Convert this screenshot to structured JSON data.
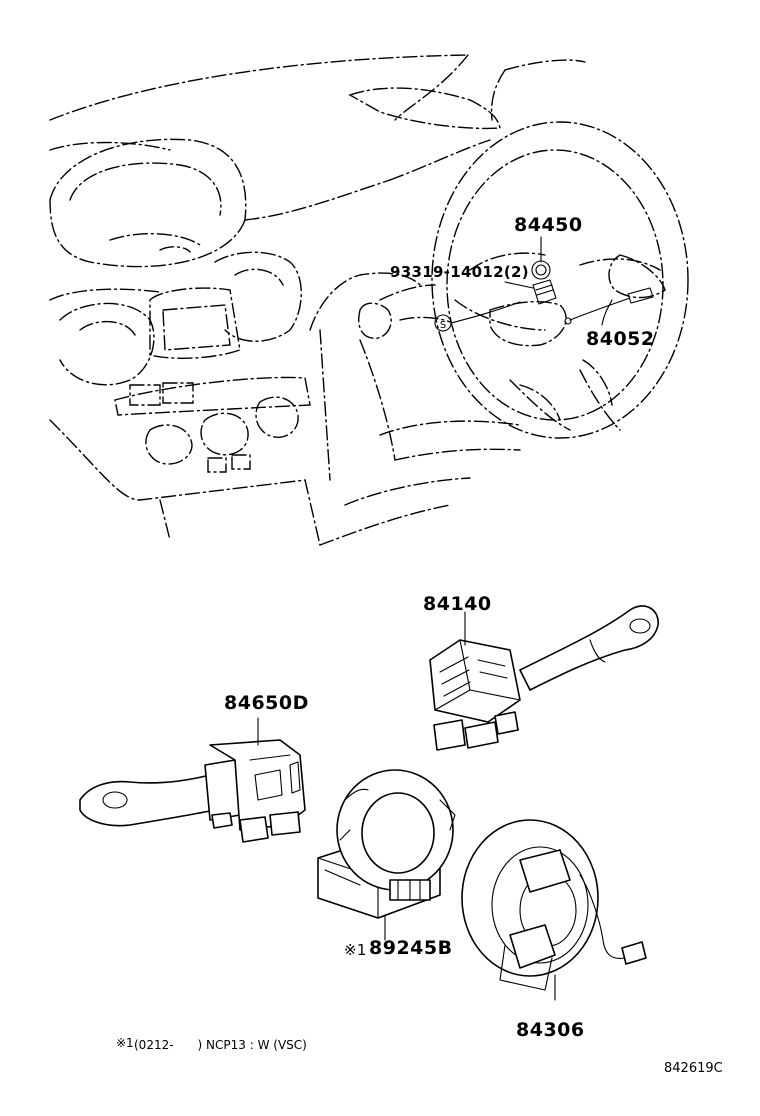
{
  "parts": {
    "p84450": "84450",
    "p93319": "93319-14012(2)",
    "p84052": "84052",
    "p84140": "84140",
    "p84650d": "84650D",
    "p89245b": "89245B",
    "p89245b_mark": "※1",
    "p84306": "84306"
  },
  "screw_symbol": "S",
  "footnote": {
    "mark": "※1",
    "text": "(0212-　　) NCP13 : W (VSC)"
  },
  "diagram_code": "842619C"
}
